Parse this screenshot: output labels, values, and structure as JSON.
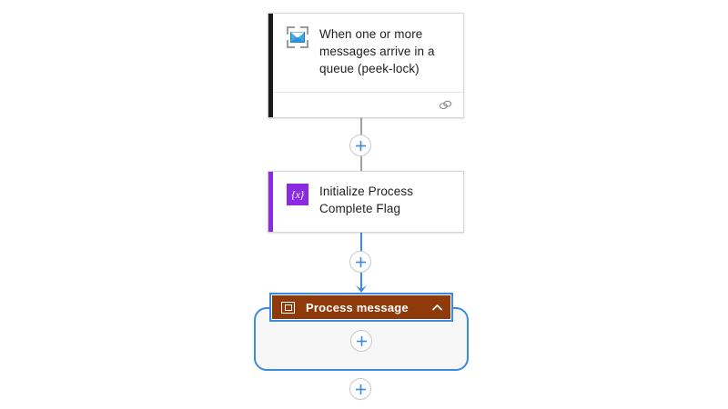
{
  "app": {
    "canvas_name": "logic-app-designer-canvas",
    "background": "#ffffff"
  },
  "colors": {
    "trigger_accent": "#1a1a1a",
    "variable_accent": "#8a2be2",
    "scope_header_fill": "#8e3a0b",
    "selection_blue": "#3b8ade",
    "connector_grey": "#a0a0a0",
    "plus_blue": "#3b8ade"
  },
  "nodes": [
    {
      "id": "trigger",
      "title": "When one or more messages arrive in a queue (peek-lock)",
      "icon": "service-bus-peek-lock-icon",
      "footer_icon": "connection-link-icon",
      "accent": "#1a1a1a",
      "selected": false
    },
    {
      "id": "initialize-variable",
      "title": "Initialize Process Complete Flag",
      "icon": "variables-braces-icon",
      "accent": "#8a2be2",
      "selected": false
    },
    {
      "id": "process-message-scope",
      "title": "Process message",
      "icon": "scope-icon",
      "collapse_icon": "chevron-up-icon",
      "accent": "#8e3a0b",
      "selected": true
    }
  ],
  "connectors": [
    {
      "id": "trigger-to-initvar",
      "color": "#a0a0a0",
      "arrow": false
    },
    {
      "id": "initvar-to-scope",
      "color": "#3b8ade",
      "arrow": true
    }
  ],
  "add_buttons": [
    {
      "id": "insert-after-trigger",
      "label": "+"
    },
    {
      "id": "insert-after-initialize-variable",
      "label": "+"
    },
    {
      "id": "insert-inside-scope",
      "label": "+"
    },
    {
      "id": "insert-after-scope",
      "label": "+"
    }
  ]
}
